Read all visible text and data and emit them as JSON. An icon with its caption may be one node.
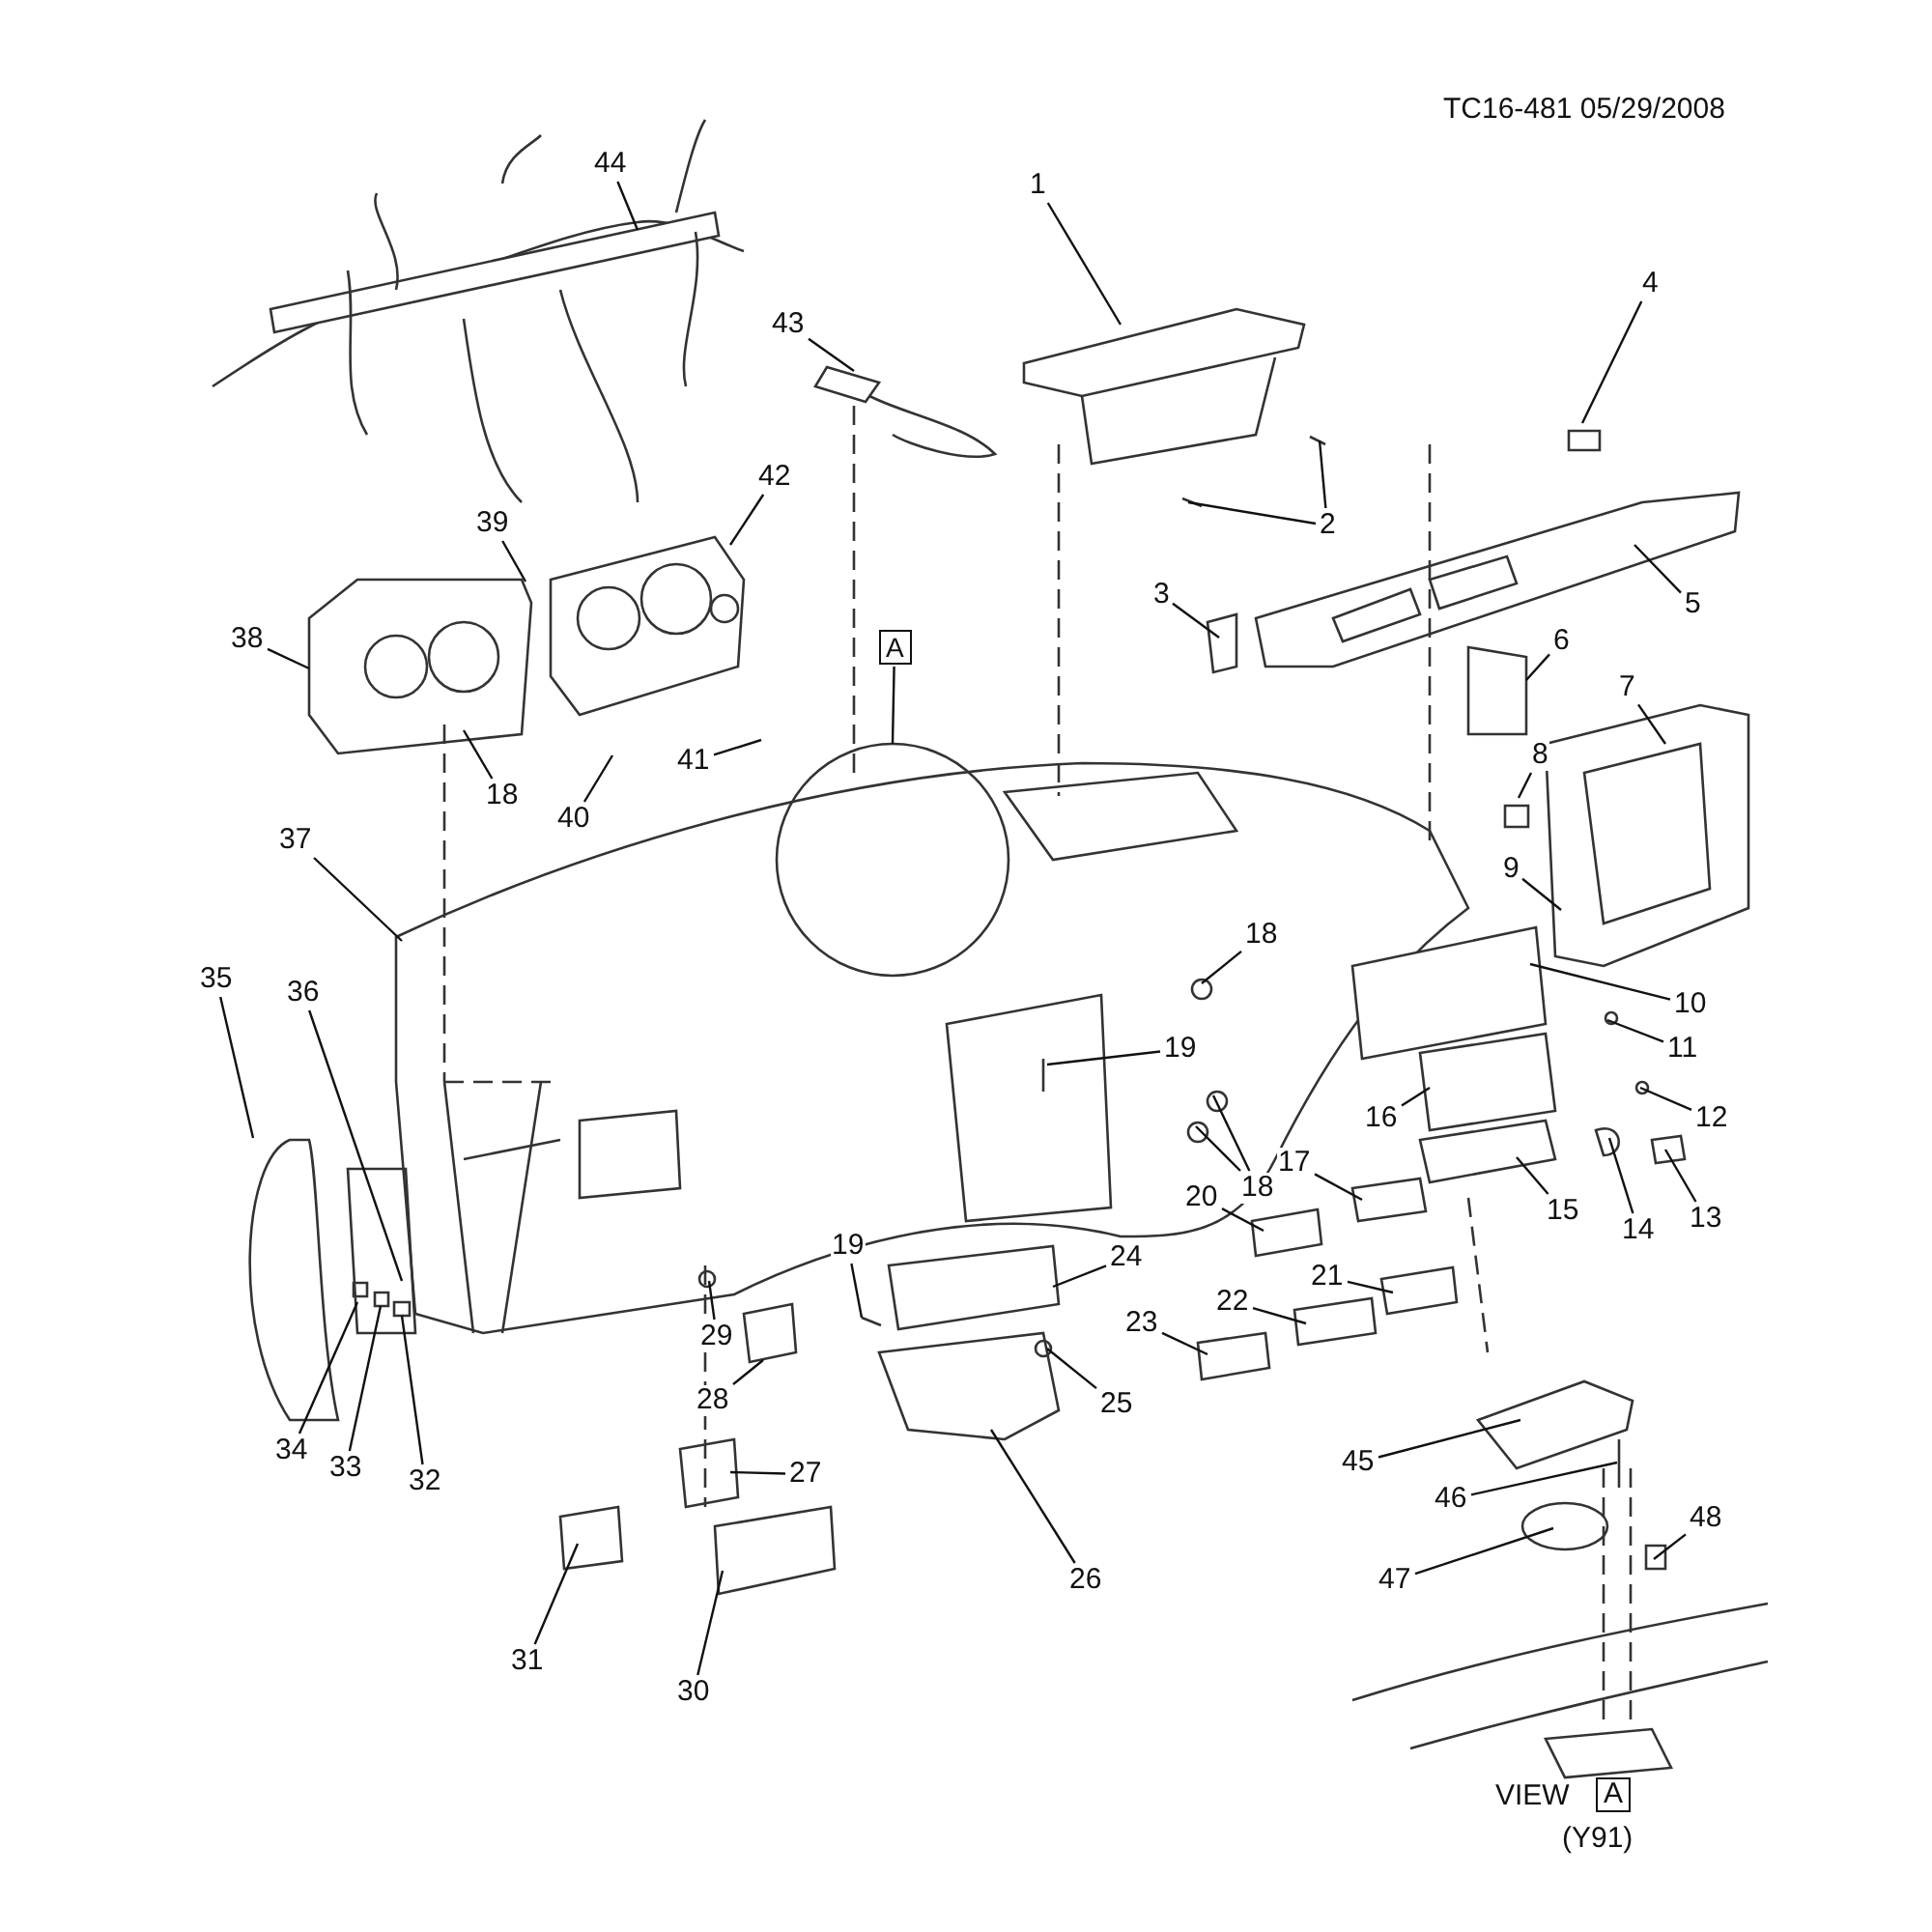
{
  "diagram": {
    "nodes": [
      {
        "text": [
          "1"
        ]
      },
      {
        "text": [
          "2"
        ]
      },
      {
        "text": [
          "3"
        ]
      },
      {
        "text": [
          "4"
        ]
      },
      {
        "text": [
          "5"
        ]
      },
      {
        "text": [
          "6"
        ]
      },
      {
        "text": [
          "7"
        ]
      },
      {
        "text": [
          "8"
        ]
      },
      {
        "text": [
          "9"
        ]
      },
      {
        "text": [
          "10"
        ]
      },
      {
        "text": [
          "11"
        ]
      },
      {
        "text": [
          "12"
        ]
      },
      {
        "text": [
          "13"
        ]
      },
      {
        "text": [
          "14"
        ]
      },
      {
        "text": [
          "15"
        ]
      },
      {
        "text": [
          "16"
        ]
      },
      {
        "text": [
          "17"
        ]
      },
      {
        "text": [
          "18"
        ]
      },
      {
        "text": [
          "18"
        ]
      },
      {
        "text": [
          "18"
        ]
      },
      {
        "text": [
          "19"
        ]
      },
      {
        "text": [
          "19"
        ]
      },
      {
        "text": [
          "20"
        ]
      },
      {
        "text": [
          "21"
        ]
      },
      {
        "text": [
          "22"
        ]
      },
      {
        "text": [
          "23"
        ]
      },
      {
        "text": [
          "24"
        ]
      },
      {
        "text": [
          "25"
        ]
      },
      {
        "text": [
          "26"
        ]
      },
      {
        "text": [
          "27"
        ]
      },
      {
        "text": [
          "28"
        ]
      },
      {
        "text": [
          "29"
        ]
      },
      {
        "text": [
          "30"
        ]
      },
      {
        "text": [
          "31"
        ]
      },
      {
        "text": [
          "32"
        ]
      },
      {
        "text": [
          "33"
        ]
      },
      {
        "text": [
          "34"
        ]
      },
      {
        "text": [
          "35"
        ]
      },
      {
        "text": [
          "36"
        ]
      },
      {
        "text": [
          "37"
        ]
      },
      {
        "text": [
          "38"
        ]
      },
      {
        "text": [
          "39"
        ]
      },
      {
        "text": [
          "40"
        ]
      },
      {
        "text": [
          "41"
        ]
      },
      {
        "text": [
          "42"
        ]
      },
      {
        "text": [
          "43"
        ]
      },
      {
        "text": [
          "44"
        ]
      },
      {
        "text": [
          "45"
        ]
      },
      {
        "text": [
          "46"
        ]
      },
      {
        "text": [
          "47"
        ]
      },
      {
        "text": [
          "48"
        ]
      },
      {
        "text": [
          "A"
        ]
      }
    ],
    "edges": [
      {
        "from": 0,
        "to": null,
        "arrow": "none"
      },
      {
        "from": 1,
        "to": null,
        "arrow": "none"
      },
      {
        "from": 1,
        "to": null,
        "arrow": "none"
      },
      {
        "from": 2,
        "to": null,
        "arrow": "none"
      },
      {
        "from": 3,
        "to": null,
        "arrow": "none"
      },
      {
        "from": 4,
        "to": null,
        "arrow": "none"
      },
      {
        "from": 5,
        "to": null,
        "arrow": "none"
      },
      {
        "from": 6,
        "to": null,
        "arrow": "none"
      },
      {
        "from": 7,
        "to": null,
        "arrow": "none"
      },
      {
        "from": 8,
        "to": null,
        "arrow": "none"
      },
      {
        "from": 9,
        "to": null,
        "arrow": "none"
      },
      {
        "from": 10,
        "to": null,
        "arrow": "none"
      },
      {
        "from": 11,
        "to": null,
        "arrow": "none"
      },
      {
        "from": 12,
        "to": null,
        "arrow": "none"
      },
      {
        "from": 13,
        "to": null,
        "arrow": "none"
      },
      {
        "from": 14,
        "to": null,
        "arrow": "none"
      },
      {
        "from": 15,
        "to": null,
        "arrow": "none"
      },
      {
        "from": 16,
        "to": null,
        "arrow": "none"
      },
      {
        "from": 17,
        "to": null,
        "arrow": "none"
      },
      {
        "from": 18,
        "to": null,
        "arrow": "none"
      },
      {
        "from": 19,
        "to": null,
        "arrow": "none"
      },
      {
        "from": 19,
        "to": null,
        "arrow": "none"
      },
      {
        "from": 20,
        "to": null,
        "arrow": "none"
      },
      {
        "from": 21,
        "to": null,
        "arrow": "none"
      },
      {
        "from": 22,
        "to": null,
        "arrow": "none"
      },
      {
        "from": 23,
        "to": null,
        "arrow": "none"
      },
      {
        "from": 24,
        "to": null,
        "arrow": "none"
      },
      {
        "from": 25,
        "to": null,
        "arrow": "none"
      },
      {
        "from": 26,
        "to": null,
        "arrow": "none"
      },
      {
        "from": 27,
        "to": null,
        "arrow": "none"
      },
      {
        "from": 28,
        "to": null,
        "arrow": "none"
      },
      {
        "from": 29,
        "to": null,
        "arrow": "none"
      },
      {
        "from": 30,
        "to": null,
        "arrow": "none"
      },
      {
        "from": 31,
        "to": null,
        "arrow": "none"
      },
      {
        "from": 32,
        "to": null,
        "arrow": "none"
      },
      {
        "from": 33,
        "to": null,
        "arrow": "none"
      },
      {
        "from": 34,
        "to": null,
        "arrow": "none"
      },
      {
        "from": 35,
        "to": null,
        "arrow": "none"
      },
      {
        "from": 36,
        "to": null,
        "arrow": "none"
      },
      {
        "from": 37,
        "to": null,
        "arrow": "none"
      },
      {
        "from": 38,
        "to": null,
        "arrow": "none"
      },
      {
        "from": 39,
        "to": null,
        "arrow": "none"
      },
      {
        "from": 40,
        "to": null,
        "arrow": "none"
      },
      {
        "from": 41,
        "to": null,
        "arrow": "none"
      },
      {
        "from": 42,
        "to": null,
        "arrow": "none"
      },
      {
        "from": 43,
        "to": null,
        "arrow": "none"
      },
      {
        "from": 44,
        "to": null,
        "arrow": "none"
      },
      {
        "from": 45,
        "to": null,
        "arrow": "none"
      },
      {
        "from": 46,
        "to": null,
        "arrow": "none"
      },
      {
        "from": 47,
        "to": null,
        "arrow": "none"
      },
      {
        "from": 48,
        "to": null,
        "arrow": "none"
      },
      {
        "from": 49,
        "to": null,
        "arrow": "none"
      },
      {
        "from": 50,
        "to": null,
        "arrow": "none"
      },
      {
        "from": 51,
        "to": null,
        "arrow": "none"
      }
    ],
    "labels": [
      "TC16-481 05/29/2008",
      "VIEW",
      "A",
      "(Y91)"
    ]
  }
}
